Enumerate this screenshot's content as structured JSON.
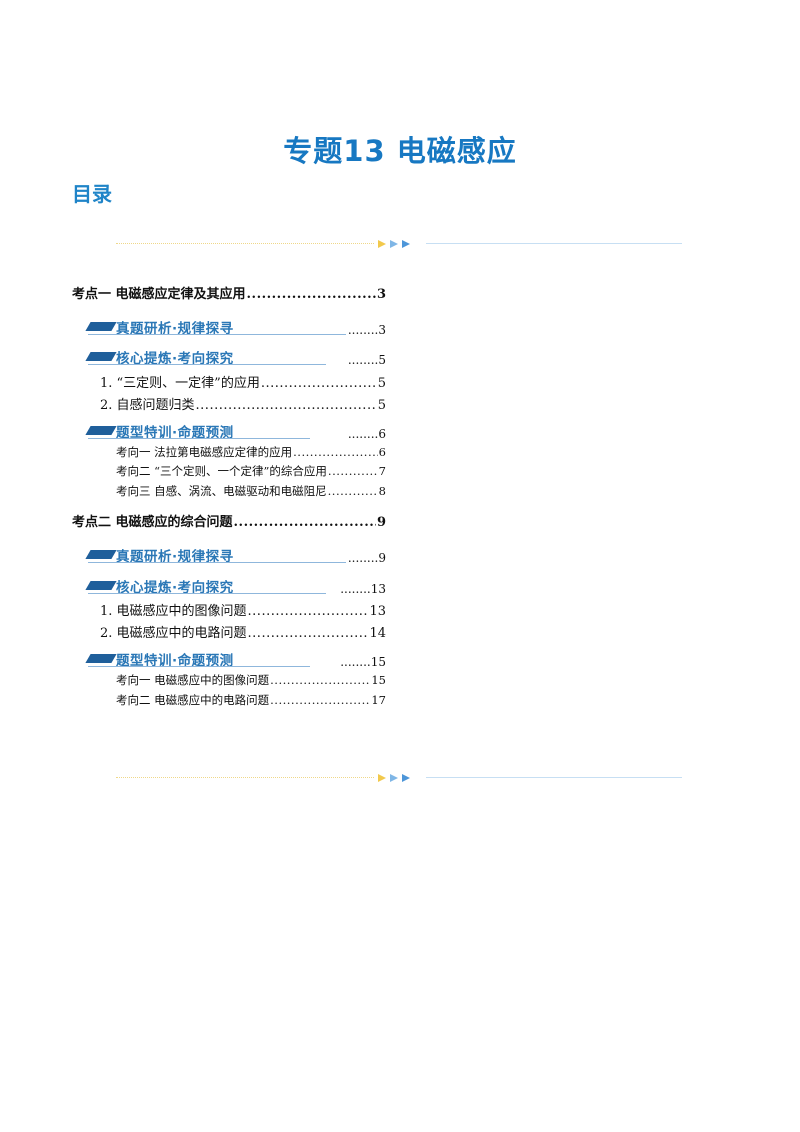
{
  "header": {
    "title": "专题13  电磁感应",
    "toc_heading": "目录"
  },
  "toc": {
    "items": [
      {
        "kind": "l1",
        "label": "考点一  电磁感应定律及其应用",
        "page": "3"
      },
      {
        "kind": "banner",
        "label": "真题研析·规律探寻",
        "page": "3"
      },
      {
        "kind": "banner",
        "label": "核心提炼·考向探究",
        "page": "5"
      },
      {
        "kind": "l2",
        "label": "1. “三定则、一定律”的应用",
        "page": "5"
      },
      {
        "kind": "l2",
        "label": "2. 自感问题归类",
        "page": "5"
      },
      {
        "kind": "banner",
        "label": "题型特训·命题预测",
        "page": "6"
      },
      {
        "kind": "l3",
        "label": "考向一  法拉第电磁感应定律的应用",
        "page": "6"
      },
      {
        "kind": "l3",
        "label": "考向二  “三个定则、一个定律”的综合应用",
        "page": "7"
      },
      {
        "kind": "l3",
        "label": "考向三  自感、涡流、电磁驱动和电磁阻尼",
        "page": "8"
      },
      {
        "kind": "l1",
        "label": "考点二  电磁感应的综合问题",
        "page": "9"
      },
      {
        "kind": "banner",
        "label": "真题研析·规律探寻",
        "page": "9"
      },
      {
        "kind": "banner",
        "label": "核心提炼·考向探究",
        "page": "13"
      },
      {
        "kind": "l2",
        "label": "1. 电磁感应中的图像问题",
        "page": "13"
      },
      {
        "kind": "l2",
        "label": "2. 电磁感应中的电路问题",
        "page": "14"
      },
      {
        "kind": "banner",
        "label": "题型特训·命题预测",
        "page": "15"
      },
      {
        "kind": "l3",
        "label": "考向一  电磁感应中的图像问题",
        "page": "15"
      },
      {
        "kind": "l3",
        "label": "考向二  电磁感应中的电路问题",
        "page": "17"
      }
    ]
  },
  "colors": {
    "title": "#1778c2",
    "toc_heading": "#1f84c8",
    "banner_bar": "#1f5f9b",
    "banner_text": "#2a77b6"
  },
  "icons": {
    "divider_arrows": "triple-arrow-icon",
    "banner_mark": "slanted-bar-icon"
  }
}
